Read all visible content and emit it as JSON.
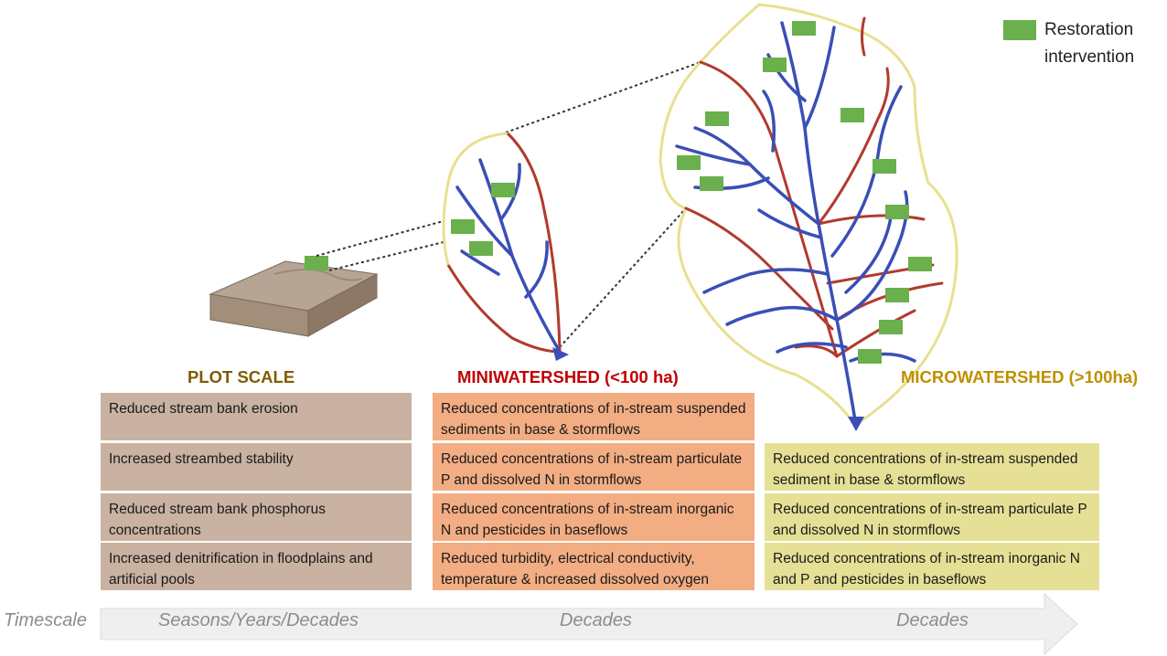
{
  "legend": {
    "label": "Restoration intervention",
    "color": "#6ab04c"
  },
  "colors": {
    "stream_blue": "#3a4fb5",
    "stream_red": "#b23a2e",
    "boundary_yellow": "#e8e090",
    "plot_header": "#7f5c00",
    "mini_header": "#c00000",
    "micro_header": "#bf9000"
  },
  "headers": {
    "plot": "PLOT SCALE",
    "mini": "MINIWATERSHED (<100 ha)",
    "micro": "MICROWATERSHED (>100ha)"
  },
  "plot_items": [
    "Reduced stream bank erosion",
    "Increased streambed stability",
    "Reduced stream bank phosphorus concentrations",
    "Increased denitrification in floodplains and artificial pools"
  ],
  "mini_items": [
    "Reduced concentrations of in-stream suspended sediments in base & stormflows",
    "Reduced concentrations of in-stream particulate P and dissolved N in stormflows",
    "Reduced concentrations of in-stream inorganic N and pesticides in baseflows",
    "Reduced turbidity, electrical conductivity, temperature & increased dissolved oxygen"
  ],
  "micro_items": [
    "Reduced concentrations of in-stream suspended sediment in base & stormflows",
    "Reduced concentrations of in-stream particulate P and dissolved N in stormflows",
    "Reduced concentrations of in-stream inorganic N and P and pesticides in baseflows"
  ],
  "timescale": {
    "label": "Timescale",
    "plot": "Seasons/Years/Decades",
    "mini": "Decades",
    "micro": "Decades"
  }
}
